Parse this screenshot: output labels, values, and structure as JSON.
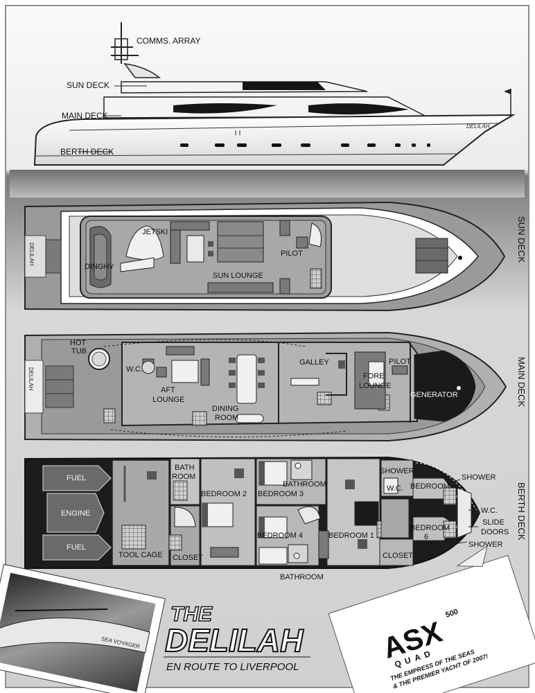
{
  "profile": {
    "comms_array": "COMMS. ARRAY",
    "sun_deck": "SUN DECK",
    "main_deck": "MAIN DECK",
    "berth_deck": "BERTH DECK",
    "hull_name": "DELILAH"
  },
  "sun_deck": {
    "side_label": "SUN DECK",
    "stern_name": "DELILAH",
    "rooms": {
      "jetski": "JETSKI",
      "dinghy": "DINGHY",
      "sun_lounge": "SUN LOUNGE",
      "pilot": "PILOT"
    }
  },
  "main_deck": {
    "side_label": "MAIN DECK",
    "stern_name": "DELILAH",
    "rooms": {
      "hot": "HOT",
      "tub": "TUB",
      "wc": "W.C.",
      "aft": "AFT",
      "lounge": "LOUNGE",
      "dining": "DINING",
      "room": "ROOM",
      "galley": "GALLEY",
      "pilot": "PILOT",
      "fore": "FORE",
      "fore_lounge": "LOUNGE",
      "generator": "GENERATOR"
    }
  },
  "berth_deck": {
    "side_label": "BERTH DECK",
    "rooms": {
      "fuel_top": "FUEL",
      "engine": "ENGINE",
      "fuel_bottom": "FUEL",
      "tool_cage": "TOOL CAGE",
      "bath": "BATH",
      "bath_room": "ROOM",
      "bedroom2": "BEDROOM 2",
      "closet_left": "CLOSET",
      "bathroom_top": "BATHROOM",
      "bedroom3": "BEDROOM 3",
      "bedroom4": "BEDROOM 4",
      "bedroom1": "BEDROOM 1",
      "shower_inner": "SHOWER",
      "wc_inner": "W.C.",
      "bedroom_fore": "BEDROOM",
      "bedroom6": "BEDROOM",
      "bedroom6_num": "6",
      "closet_right": "CLOSET",
      "bathroom_bottom": "BATHROOM",
      "shower_out_top": "SHOWER",
      "wc_out": "W.C.",
      "slide": "SLIDE",
      "doors": "DOORS",
      "shower_out_bottom": "SHOWER"
    }
  },
  "title": {
    "the": "THE",
    "name": "DELILAH",
    "tagline": "EN ROUTE TO LIVERPOOL"
  },
  "card": {
    "brand": "ASX",
    "model_num": "500",
    "quad": "QUAD",
    "slogan1": "THE EMPRESS OF THE SEAS",
    "slogan2": "& THE PREMIER YACHT OF 2007!"
  },
  "photo": {
    "caption": "SEA VOYAGER"
  }
}
